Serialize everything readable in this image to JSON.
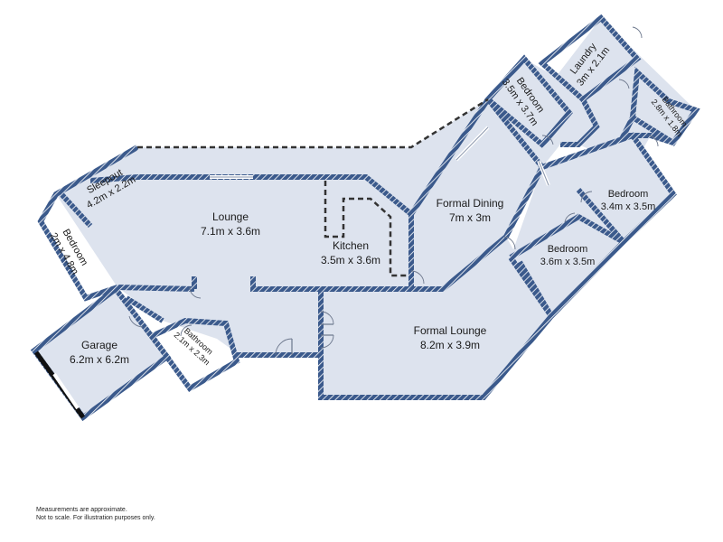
{
  "rooms": [
    {
      "key": "sleepout",
      "name": "Sleepout",
      "size": "4.2m x 2.2m"
    },
    {
      "key": "bedroom_w",
      "name": "Bedroom",
      "size": "2m x 4.8m"
    },
    {
      "key": "lounge",
      "name": "Lounge",
      "size": "7.1m x 3.6m"
    },
    {
      "key": "kitchen",
      "name": "Kitchen",
      "size": "3.5m x 3.6m"
    },
    {
      "key": "formal_dining",
      "name": "Formal Dining",
      "size": "7m x 3m"
    },
    {
      "key": "bedroom_n",
      "name": "Bedroom",
      "size": "3.5m x 3.7m"
    },
    {
      "key": "laundry",
      "name": "Laundry",
      "size": "3m x 2.1m"
    },
    {
      "key": "bathroom_ne",
      "name": "Bathroom",
      "size": "2.8m x 1.8m"
    },
    {
      "key": "bedroom_e1",
      "name": "Bedroom",
      "size": "3.4m x 3.5m"
    },
    {
      "key": "bedroom_e2",
      "name": "Bedroom",
      "size": "3.6m x 3.5m"
    },
    {
      "key": "formal_lounge",
      "name": "Formal Lounge",
      "size": "8.2m x 3.9m"
    },
    {
      "key": "garage",
      "name": "Garage",
      "size": "6.2m x 6.2m"
    },
    {
      "key": "bathroom_s",
      "name": "Bathroom",
      "size": "2.1m x 2.3m"
    }
  ],
  "disclaimer": [
    "Measurements are approximate.",
    "Not to scale. For illustration purposes only."
  ],
  "colors": {
    "floor": "#dde3ee",
    "wall": "#3b5a8c",
    "wall_hatch": "#ffffff"
  }
}
